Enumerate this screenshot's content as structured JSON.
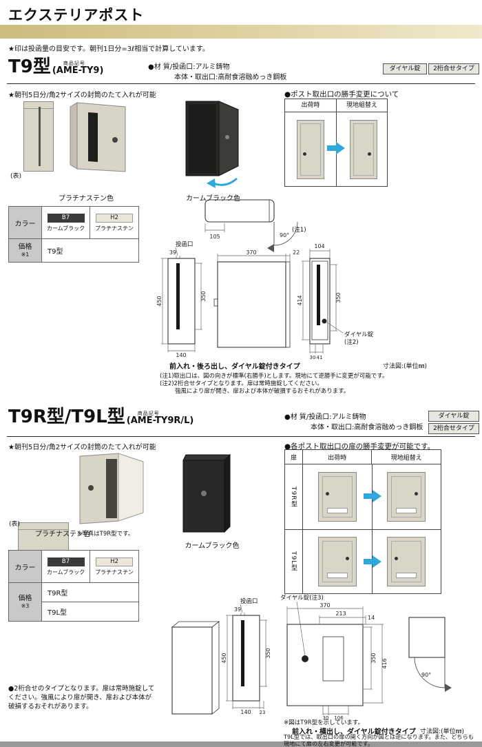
{
  "page": {
    "title": "エクステリアポスト",
    "note": "★印は投函量の目安です。朝刊1日分=3ℓ相当で計算しています。"
  },
  "t9": {
    "model": "T9型",
    "code_label": "商品記号",
    "code": "(AME-TY9)",
    "material_line1": "●材 質/投函口:アルミ鋳物",
    "material_line2": "本体・取出口:高耐食溶融めっき鋼板",
    "badge_dial": "ダイヤル錠",
    "badge_type": "2桁合せタイプ",
    "feature": "★朝刊5日分/角2サイズの封筒のたて入れが可能",
    "front_label": "(表)",
    "label_platinum": "プラチナステン色",
    "label_black": "カームブラック色",
    "handing_title": "●ポスト取出口の勝手変更について",
    "handing_ship": "出荷時",
    "handing_site": "現地組替え",
    "table": {
      "color_label": "カラー",
      "b7_code": "B7",
      "b7_name": "カームブラック",
      "h2_code": "H2",
      "h2_name": "プラチナステン",
      "price_label": "価格",
      "price_ref": "※1",
      "row1": "T9型"
    },
    "dwg": {
      "slot": "投函口",
      "d39": "39",
      "d450": "450",
      "d350f": "350",
      "d140": "140",
      "d370": "370",
      "d22": "22",
      "d104": "104",
      "d414": "414",
      "d350b": "350",
      "d30": "30",
      "d41": "41",
      "d105": "105",
      "d90": "90°",
      "note1": "(注1)",
      "dial": "ダイヤル錠",
      "dial_ref": "(注2)",
      "caption": "前入れ・後ろ出し、ダイヤル錠付きタイプ",
      "unit": "寸法図:(単位㎜)"
    },
    "notes": [
      "(注1)取出口は、図の向きが標準(右勝手)とします。現地にて逆勝手に変更が可能です。",
      "(注2)2桁合せタイプとなります。扉は常時施錠してください。",
      "強風により扉が開き、扉および本体が破損するおそれがあります。"
    ]
  },
  "trl": {
    "model": "T9R型/T9L型",
    "code_label": "商品記号",
    "code": "(AME-TY9R/L)",
    "material_line1": "●材 質/投函口:アルミ鋳物",
    "material_line2": "本体・取出口:高耐食溶融めっき鋼板",
    "badge_dial": "ダイヤル錠",
    "badge_type": "2桁合せタイプ",
    "feature": "★朝刊5日分/角2サイズの封筒のたて入れが可能",
    "front_label": "(表)",
    "label_platinum": "プラチナステン色",
    "photo_note": "※写真はT9R型です。",
    "label_black": "カームブラック色",
    "handing_title": "●各ポスト取出口の扉の勝手変更が可能です。",
    "handing_door": "扉",
    "handing_ship": "出荷時",
    "handing_site": "現地組替え",
    "handing_row_r": "T9R型",
    "handing_row_l": "T9L型",
    "table": {
      "color_label": "カラー",
      "b7_code": "B7",
      "b7_name": "カームブラック",
      "h2_code": "H2",
      "h2_name": "プラチナステン",
      "price_label": "価格",
      "price_ref": "※3",
      "row1": "T9R型",
      "row2": "T9L型"
    },
    "dwg": {
      "slot": "投函口",
      "d39": "39",
      "d450": "450",
      "d350f": "350",
      "d140": "140",
      "d23": "23",
      "dial": "ダイヤル錠(注3)",
      "d370": "370",
      "d213": "213",
      "d14": "14",
      "d350s": "350",
      "d416": "416",
      "d30": "30",
      "d106": "106",
      "d90": "90°",
      "caption": "前入れ・横出し、ダイヤル錠付きタイプ",
      "unit": "寸法図:(単位㎜)"
    },
    "notes_left": "●2桁合せのタイプとなります。扉は常時施錠してください。強風により扉が開き、扉および本体が破損するおそれがあります。",
    "notes_right1": "※図はT9R型を示しています。",
    "notes_right2": "T9L型では、取出口の扉の開く方向が図とは逆になります。また、どちらも現地にて扉の左右変更が可能です。"
  }
}
